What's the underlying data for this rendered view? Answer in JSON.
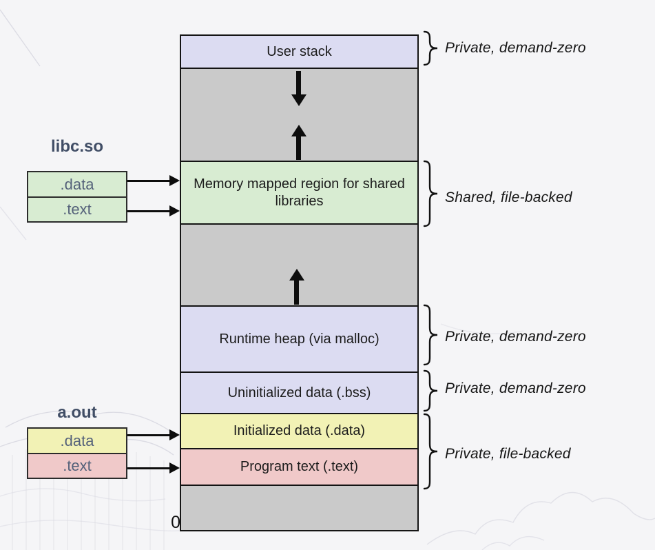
{
  "colors": {
    "page_bg": "#f5f5f7",
    "lavender": "#dcdcf2",
    "gray": "#cacaca",
    "green": "#d8ecd2",
    "yellow": "#f2f2b5",
    "pink": "#f0c9c9",
    "file_label": "#414e66"
  },
  "stack": {
    "origin_label": "0",
    "regions": [
      {
        "name": "user-stack",
        "label": "User stack",
        "fill": "#dcdcf2"
      },
      {
        "name": "gap-stack-mmap",
        "label": "",
        "fill": "#cacaca"
      },
      {
        "name": "memory-mapped-region",
        "label": "Memory mapped region for shared libraries",
        "fill": "#d8ecd2"
      },
      {
        "name": "gap-mmap-heap",
        "label": "",
        "fill": "#cacaca"
      },
      {
        "name": "runtime-heap",
        "label": "Runtime heap (via malloc)",
        "fill": "#dcdcf2"
      },
      {
        "name": "uninitialized-data",
        "label": "Uninitialized data (.bss)",
        "fill": "#dcdcf2"
      },
      {
        "name": "initialized-data",
        "label": "Initialized data (.data)",
        "fill": "#f2f2b5"
      },
      {
        "name": "program-text",
        "label": "Program text (.text)",
        "fill": "#f0c9c9"
      },
      {
        "name": "bottom-gap",
        "label": "",
        "fill": "#cacaca"
      }
    ]
  },
  "annotations": [
    {
      "text": "Private, demand-zero"
    },
    {
      "text": "Shared, file-backed"
    },
    {
      "text": "Private, demand-zero"
    },
    {
      "text": "Private, demand-zero"
    },
    {
      "text": "Private, file-backed"
    }
  ],
  "files": {
    "libc": {
      "title": "libc.so",
      "sections": [
        {
          "label": ".data"
        },
        {
          "label": ".text"
        }
      ]
    },
    "aout": {
      "title": "a.out",
      "sections": [
        {
          "label": ".data"
        },
        {
          "label": ".text"
        }
      ]
    }
  }
}
